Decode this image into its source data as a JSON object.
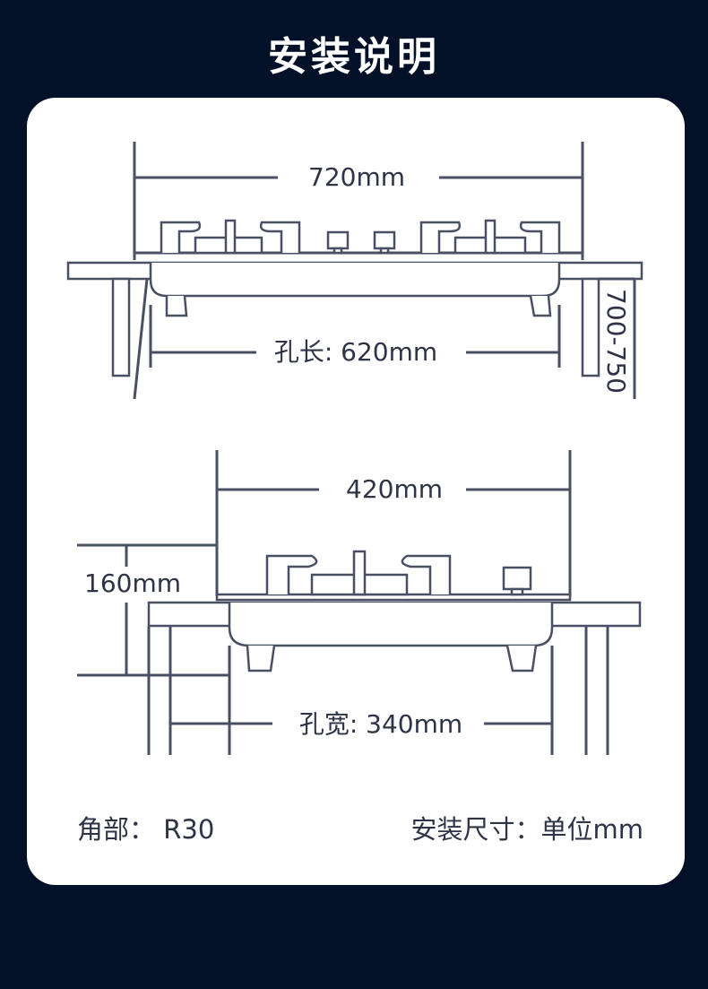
{
  "title": "安装说明",
  "top_view": {
    "width_label": "720mm",
    "hole_length_label": "孔长: 620mm",
    "height_label": "700-750"
  },
  "side_view": {
    "width_label": "420mm",
    "height_label": "160mm",
    "hole_width_label": "孔宽: 340mm"
  },
  "footer": {
    "corner_label": "角部：  R30",
    "unit_label": "安装尺寸：单位mm"
  }
}
